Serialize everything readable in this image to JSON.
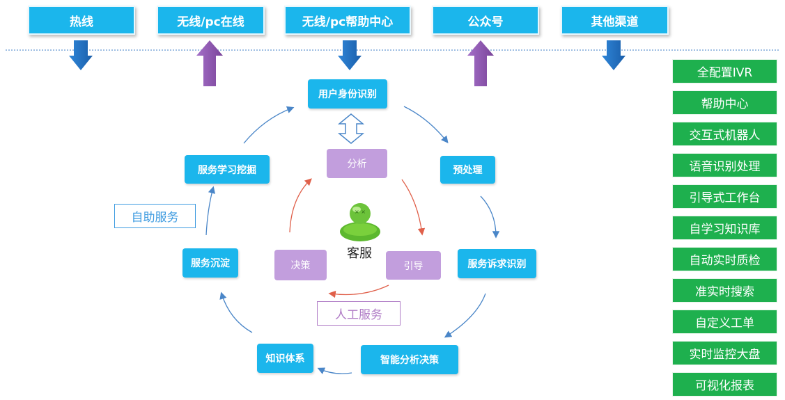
{
  "channels": [
    {
      "label": "热线",
      "direction": "down"
    },
    {
      "label": "无线/pc在线",
      "direction": "up"
    },
    {
      "label": "无线/pc帮助中心",
      "direction": "down"
    },
    {
      "label": "公众号",
      "direction": "up"
    },
    {
      "label": "其他渠道",
      "direction": "down"
    }
  ],
  "cycle": {
    "identify": "用户身份识别",
    "preprocess": "预处理",
    "demand": "服务诉求识别",
    "decision": "智能分析决策",
    "knowledge": "知识体系",
    "accumulate": "服务沉淀",
    "mining": "服务学习挖掘"
  },
  "inner": {
    "analyze": "分析",
    "guide": "引导",
    "decide": "决策"
  },
  "center": {
    "label": "客服",
    "icon": "user-avatar-icon"
  },
  "labels": {
    "self_service": "自助服务",
    "manual_service": "人工服务"
  },
  "features": [
    "全配置IVR",
    "帮助中心",
    "交互式机器人",
    "语音识别处理",
    "引导式工作台",
    "自学习知识库",
    "自动实时质检",
    "准实时搜索",
    "自定义工单",
    "实时监控大盘",
    "可视化报表"
  ],
  "colors": {
    "channel": "#1BB6EC",
    "node": "#1BB6EC",
    "inner": "#C29EDD",
    "feature": "#1EB04E",
    "arrow_down": "#1E6FC4",
    "arrow_up": "#8E58B0",
    "self_service_border": "#3E9BE0",
    "manual_service_border": "#B07CC6"
  }
}
